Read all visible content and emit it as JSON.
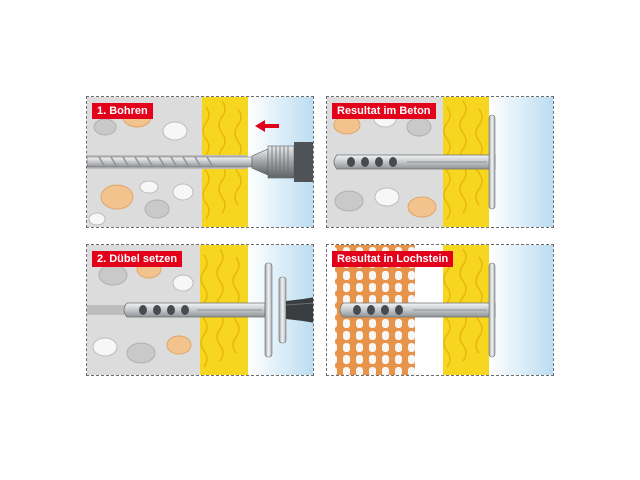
{
  "panels": {
    "drill": {
      "label": "1. Bohren",
      "arrow_icon": "arrow-left-icon",
      "tool": "drill-icon"
    },
    "concrete_result": {
      "label": "Resultat im Beton",
      "tool": "anchor-icon"
    },
    "set_anchor": {
      "label": "2. Dübel setzen",
      "tool": "hammer-handle-icon"
    },
    "brick_result": {
      "label": "Resultat in Lochstein",
      "tool": "anchor-icon"
    }
  },
  "colors": {
    "label_bg": "#e2001a",
    "concrete": "#dcdcdc",
    "insulation": "#f7d61f",
    "air": "#d6ecf8",
    "brick": "#e8934a",
    "dowel": "#b9bcbe",
    "ring": "#474b51"
  }
}
